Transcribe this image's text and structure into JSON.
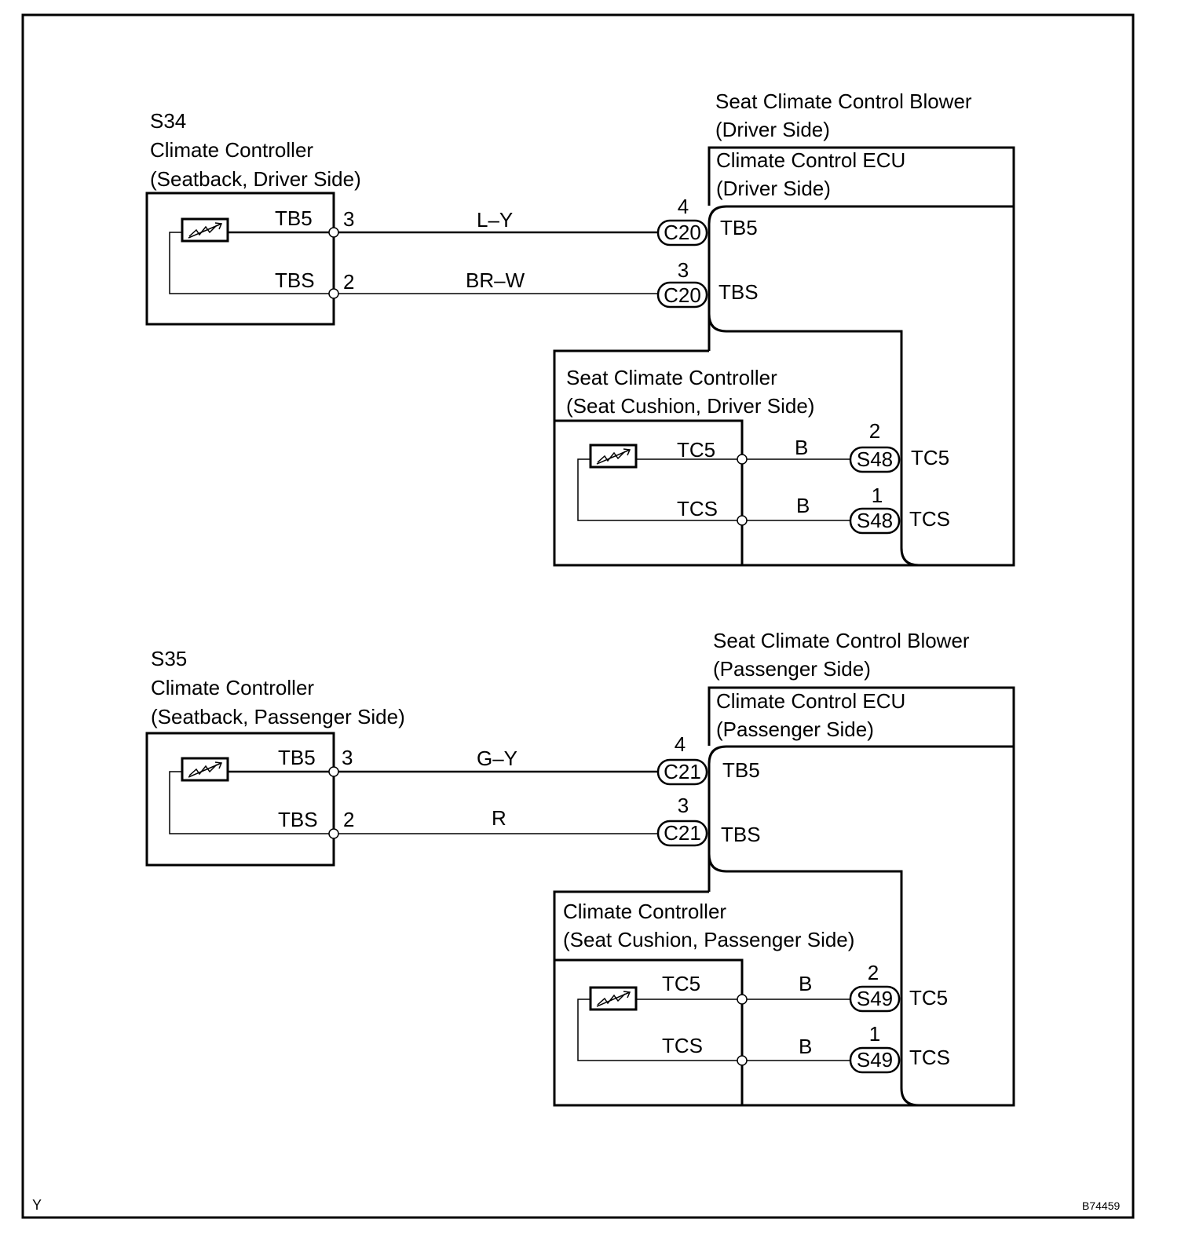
{
  "footer": {
    "left_mark": "Y",
    "figure_code": "B74459"
  },
  "driver": {
    "seatback": {
      "code": "S34",
      "name": "Climate Controller",
      "location": "(Seatback, Driver Side)"
    },
    "blower": {
      "name": "Seat Climate Control Blower",
      "side": "(Driver Side)"
    },
    "ecu": {
      "name": "Climate Control ECU",
      "side": "(Driver Side)"
    },
    "cushion": {
      "name": "Seat Climate Controller",
      "location": "(Seat Cushion, Driver Side)"
    },
    "wires": [
      {
        "from_terminal": "TB5",
        "from_pin": "3",
        "color": "L–Y",
        "connector": "C20",
        "to_pin": "4",
        "to_terminal": "TB5"
      },
      {
        "from_terminal": "TBS",
        "from_pin": "2",
        "color": "BR–W",
        "connector": "C20",
        "to_pin": "3",
        "to_terminal": "TBS"
      }
    ],
    "cushion_wires": [
      {
        "from_terminal": "TC5",
        "color": "B",
        "connector": "S48",
        "to_pin": "2",
        "to_terminal": "TC5"
      },
      {
        "from_terminal": "TCS",
        "color": "B",
        "connector": "S48",
        "to_pin": "1",
        "to_terminal": "TCS"
      }
    ]
  },
  "passenger": {
    "seatback": {
      "code": "S35",
      "name": "Climate Controller",
      "location": "(Seatback, Passenger Side)"
    },
    "blower": {
      "name": "Seat Climate Control Blower",
      "side": "(Passenger Side)"
    },
    "ecu": {
      "name": "Climate Control ECU",
      "side": "(Passenger Side)"
    },
    "cushion": {
      "name": "Climate Controller",
      "location": "(Seat Cushion, Passenger Side)"
    },
    "wires": [
      {
        "from_terminal": "TB5",
        "from_pin": "3",
        "color": "G–Y",
        "connector": "C21",
        "to_pin": "4",
        "to_terminal": "TB5"
      },
      {
        "from_terminal": "TBS",
        "from_pin": "2",
        "color": "R",
        "connector": "C21",
        "to_pin": "3",
        "to_terminal": "TBS"
      }
    ],
    "cushion_wires": [
      {
        "from_terminal": "TC5",
        "color": "B",
        "connector": "S49",
        "to_pin": "2",
        "to_terminal": "TC5"
      },
      {
        "from_terminal": "TCS",
        "color": "B",
        "connector": "S49",
        "to_pin": "1",
        "to_terminal": "TCS"
      }
    ]
  }
}
